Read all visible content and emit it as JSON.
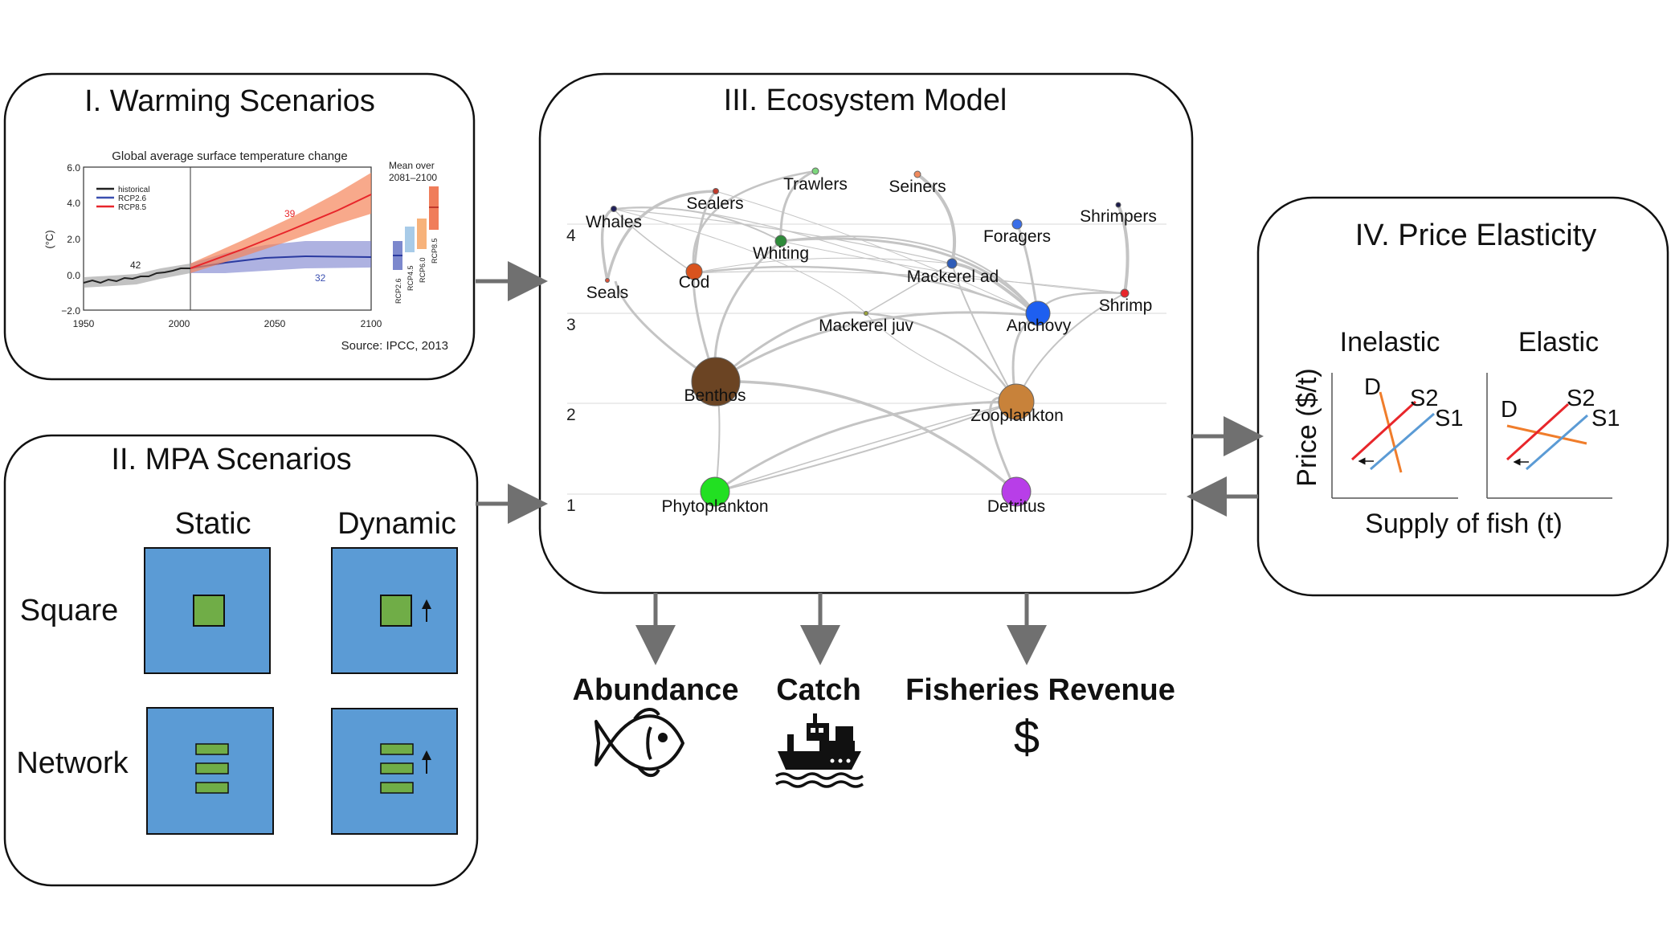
{
  "panels": {
    "warming": {
      "title": "I. Warming Scenarios",
      "chart_title": "Global average surface temperature change",
      "legend": [
        "historical",
        "RCP2.6",
        "RCP8.5"
      ],
      "ylabel": "(°C)",
      "y_ticks": [
        "6.0",
        "4.0",
        "2.0",
        "0.0",
        "−2.0"
      ],
      "x_ticks": [
        "1950",
        "2000",
        "2050",
        "2100"
      ],
      "mean_label_1": "Mean over",
      "mean_label_2": "2081–2100",
      "bar_labels": [
        "RCP2.6",
        "RCP4.5",
        "RCP6.0",
        "RCP8.5"
      ],
      "annotations": [
        "42",
        "39",
        "32"
      ],
      "source": "Source: IPCC, 2013",
      "colors": {
        "historical": "#222222",
        "rcp26": "#3a4fb0",
        "rcp85": "#e8262b"
      }
    },
    "mpa": {
      "title": "II. MPA Scenarios",
      "col_static": "Static",
      "col_dynamic": "Dynamic",
      "row_square": "Square",
      "row_network": "Network",
      "colors": {
        "ocean": "#5b9bd5",
        "mpa": "#70ad47"
      }
    },
    "ecosystem": {
      "title": "III. Ecosystem Model",
      "trophic_levels": [
        "1",
        "2",
        "3",
        "4"
      ],
      "nodes": [
        {
          "label": "Whales",
          "color": "#1f1f5a"
        },
        {
          "label": "Sealers",
          "color": "#c0392b"
        },
        {
          "label": "Trawlers",
          "color": "#7cd67c"
        },
        {
          "label": "Seiners",
          "color": "#f08a5d"
        },
        {
          "label": "Shrimpers",
          "color": "#1a1a4a"
        },
        {
          "label": "Foragers",
          "color": "#3a6ee8"
        },
        {
          "label": "Whiting",
          "color": "#2e8b3a"
        },
        {
          "label": "Seals",
          "color": "#d9533a"
        },
        {
          "label": "Cod",
          "color": "#d9531e"
        },
        {
          "label": "Mackerel ad",
          "color": "#2e5cb8"
        },
        {
          "label": "Shrimp",
          "color": "#e8262b"
        },
        {
          "label": "Mackerel juv",
          "color": "#9aa33a"
        },
        {
          "label": "Anchovy",
          "color": "#1e5ff0"
        },
        {
          "label": "Benthos",
          "color": "#6b4423"
        },
        {
          "label": "Zooplankton",
          "color": "#c8823a"
        },
        {
          "label": "Phytoplankton",
          "color": "#22e022"
        },
        {
          "label": "Detritus",
          "color": "#b83ee8"
        }
      ]
    },
    "price": {
      "title": "IV. Price Elasticity",
      "inelastic": "Inelastic",
      "elastic": "Elastic",
      "ylabel": "Price ($/t)",
      "xlabel": "Supply of fish (t)",
      "curve_labels": {
        "demand": "D",
        "supply2": "S2",
        "supply1": "S1"
      },
      "colors": {
        "demand": "#f07d2b",
        "supply2": "#e8262b",
        "supply1": "#5b9bd5"
      }
    }
  },
  "outputs": {
    "abundance": "Abundance",
    "catch": "Catch",
    "revenue": "Fisheries Revenue",
    "dollar": "$"
  }
}
